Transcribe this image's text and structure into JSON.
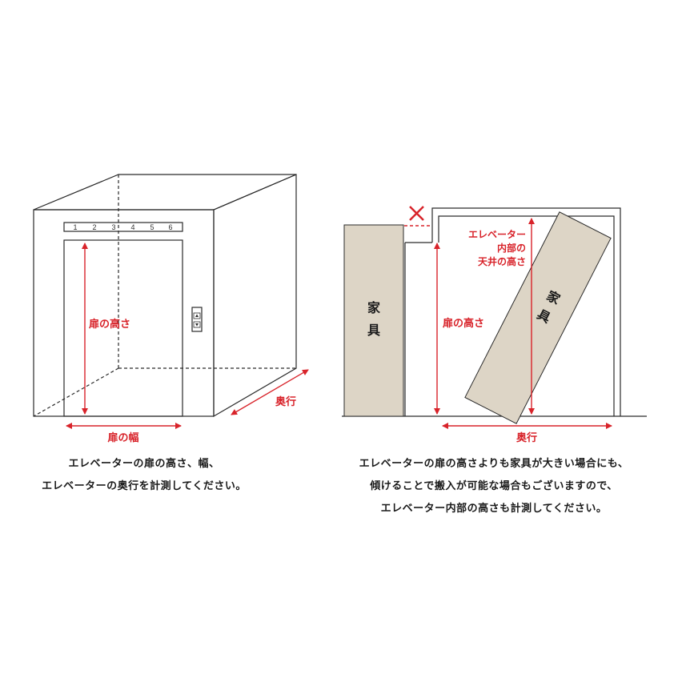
{
  "left_diagram": {
    "floor_numbers": [
      "1",
      "2",
      "3",
      "4",
      "5",
      "6"
    ],
    "door_height_label": "扉の高さ",
    "door_width_label": "扉の幅",
    "depth_label": "奥行",
    "caption_line1": "エレベーターの扉の高さ、幅、",
    "caption_line2": "エレベーターの奥行を計測してください。"
  },
  "right_diagram": {
    "ceiling_label_line1": "エレベーター",
    "ceiling_label_line2": "内部の",
    "ceiling_label_line3": "天井の高さ",
    "door_height_label": "扉の高さ",
    "depth_label": "奥行",
    "furniture_char1": "家",
    "furniture_char2": "具",
    "tilted_char1": "家",
    "tilted_char2": "具",
    "caption_line1": "エレベーターの扉の高さよりも家具が大きい場合にも、",
    "caption_line2": "傾けることで搬入が可能な場合もございますので、",
    "caption_line3": "エレベーター内部の高さも計測してください。"
  },
  "colors": {
    "accent": "#d8232a",
    "line": "#2a2a2a",
    "furniture": "#ddd5c6"
  }
}
